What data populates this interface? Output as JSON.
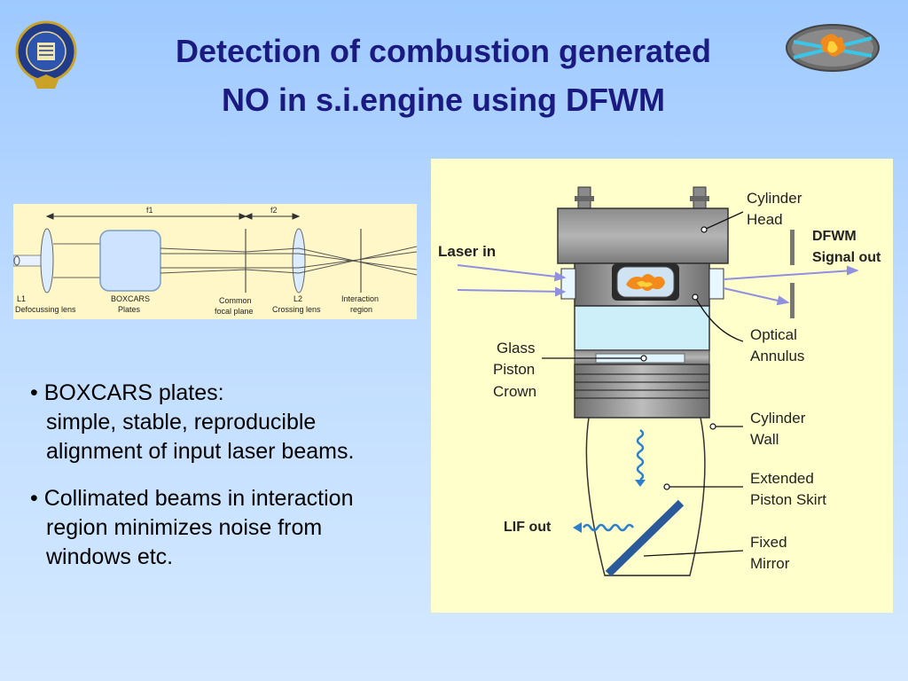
{
  "title": {
    "line1": "Detection of combustion generated",
    "line2": "NO in s.i.engine using DFWM"
  },
  "lens_diagram": {
    "f1": "f1",
    "f2": "f2",
    "l1_label": "L1",
    "l1_desc": "Defocussing lens",
    "boxcars_label": "BOXCARS",
    "boxcars_desc": "Plates",
    "focal_label": "Common",
    "focal_desc": "focal plane",
    "l2_label": "L2",
    "l2_desc": "Crossing lens",
    "interaction_label": "Interaction",
    "interaction_desc": "region"
  },
  "bullets": [
    {
      "head": "• BOXCARS plates:",
      "lines": [
        "simple, stable, reproducible",
        "alignment of input laser beams."
      ]
    },
    {
      "head": "• Collimated beams in interaction",
      "lines": [
        "region minimizes noise from",
        "windows etc."
      ]
    }
  ],
  "engine_diagram": {
    "laser_in": "Laser in",
    "dfwm_line1": "DFWM",
    "dfwm_line2": "Signal out",
    "cylinder_head_1": "Cylinder",
    "cylinder_head_2": "Head",
    "optical_annulus_1": "Optical",
    "optical_annulus_2": "Annulus",
    "glass_1": "Glass",
    "glass_2": "Piston",
    "glass_3": "Crown",
    "cylinder_wall_1": "Cylinder",
    "cylinder_wall_2": "Wall",
    "skirt_1": "Extended",
    "skirt_2": "Piston Skirt",
    "lif_out": "LIF out",
    "mirror_1": "Fixed",
    "mirror_2": "Mirror"
  },
  "colors": {
    "title": "#1a1a80",
    "panel": "#ffffcc",
    "laser_beam": "#9090e0",
    "lif_wave": "#2a7fd0"
  }
}
